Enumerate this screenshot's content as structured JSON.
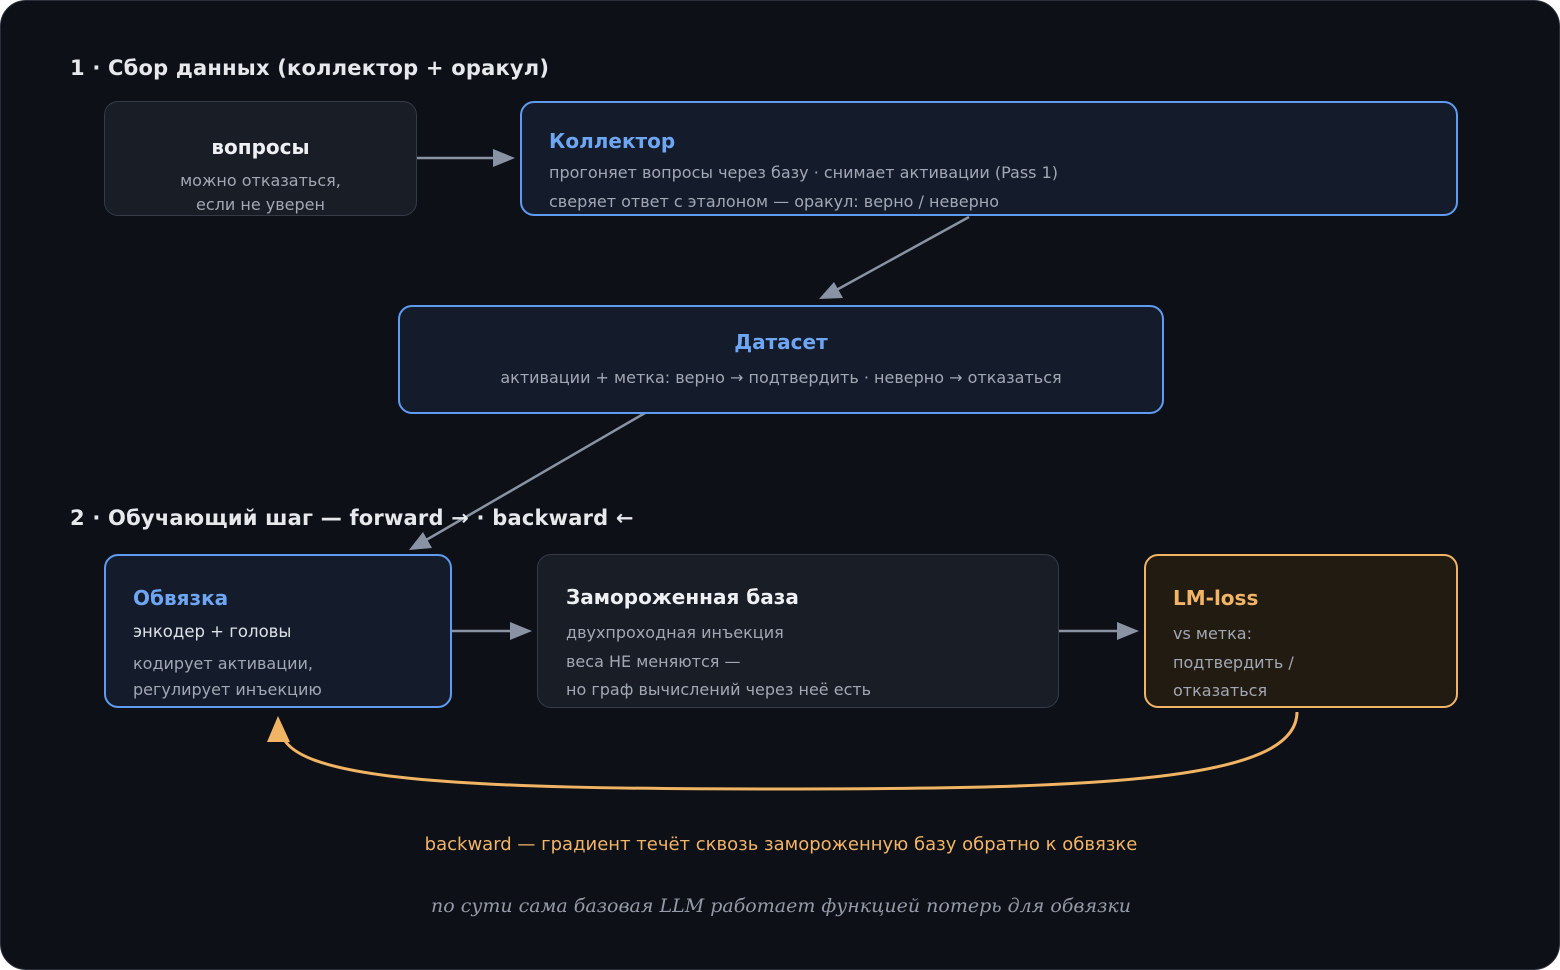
{
  "colors": {
    "background": "#0d1017",
    "blue_accent": "#5f9bf0",
    "amber_accent": "#f0b464",
    "arrow_gray": "#8a93a3"
  },
  "section1": {
    "title": "1 · Сбор данных (коллектор + оракул)"
  },
  "questions": {
    "title": "вопросы",
    "line1": "можно отказаться,",
    "line2": "если не уверен"
  },
  "collector": {
    "title": "Коллектор",
    "line1": "прогоняет вопросы через базу · снимает активации (Pass 1)",
    "line2": "сверяет ответ с эталоном — оракул: верно / неверно"
  },
  "dataset": {
    "title": "Датасет",
    "line1": "активации + метка: верно → подтвердить · неверно → отказаться"
  },
  "section2": {
    "title": "2 · Обучающий шаг — forward → · backward ←"
  },
  "binding": {
    "title": "Обвязка",
    "subtitle": "энкодер + головы",
    "line1": "кодирует активации,",
    "line2": "регулирует инъекцию"
  },
  "frozen_base": {
    "title": "Замороженная база",
    "line1": "двухпроходная инъекция",
    "line2": "веса НЕ меняются —",
    "line3": "но граф вычислений через неё есть"
  },
  "lm_loss": {
    "title": "LM-loss",
    "line1": "vs метка:",
    "line2": "подтвердить /",
    "line3": "отказаться"
  },
  "backward_note": "backward — градиент течёт сквозь замороженную базу обратно к обвязке",
  "summary_note": "по сути сама базовая LLM работает функцией потерь для обвязки"
}
